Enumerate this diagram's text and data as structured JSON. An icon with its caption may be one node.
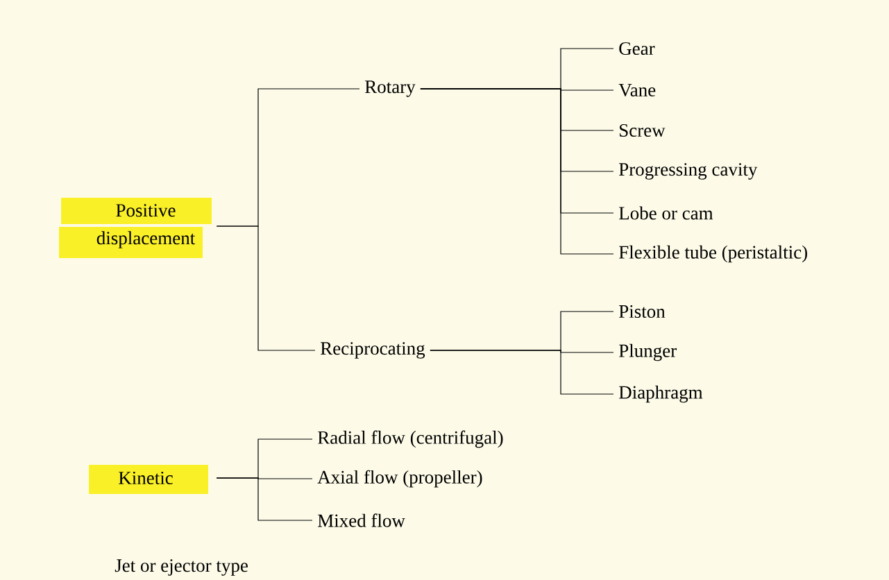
{
  "diagram": {
    "nodes": [
      {
        "text": [
          "Positive displacement"
        ]
      },
      {
        "text": [
          "Rotary"
        ]
      },
      {
        "text": [
          "Gear"
        ]
      },
      {
        "text": [
          "Vane"
        ]
      },
      {
        "text": [
          "Screw"
        ]
      },
      {
        "text": [
          "Progressing cavity"
        ]
      },
      {
        "text": [
          "Lobe or cam"
        ]
      },
      {
        "text": [
          "Flexible tube (peristaltic)"
        ]
      },
      {
        "text": [
          "Reciprocating"
        ]
      },
      {
        "text": [
          "Piston"
        ]
      },
      {
        "text": [
          "Plunger"
        ]
      },
      {
        "text": [
          "Diaphragm"
        ]
      },
      {
        "text": [
          "Kinetic"
        ]
      },
      {
        "text": [
          "Radial flow (centrifugal)"
        ]
      },
      {
        "text": [
          "Axial flow (propeller)"
        ]
      },
      {
        "text": [
          "Mixed flow"
        ]
      }
    ],
    "edges": [
      {
        "from": 0,
        "to": 1,
        "arrow": "none"
      },
      {
        "from": 0,
        "to": 8,
        "arrow": "none"
      },
      {
        "from": 1,
        "to": 2,
        "arrow": "none"
      },
      {
        "from": 1,
        "to": 3,
        "arrow": "none"
      },
      {
        "from": 1,
        "to": 4,
        "arrow": "none"
      },
      {
        "from": 1,
        "to": 5,
        "arrow": "none"
      },
      {
        "from": 1,
        "to": 6,
        "arrow": "none"
      },
      {
        "from": 1,
        "to": 7,
        "arrow": "none"
      },
      {
        "from": 8,
        "to": 9,
        "arrow": "none"
      },
      {
        "from": 8,
        "to": 10,
        "arrow": "none"
      },
      {
        "from": 8,
        "to": 11,
        "arrow": "none"
      },
      {
        "from": 12,
        "to": 13,
        "arrow": "none"
      },
      {
        "from": 12,
        "to": 14,
        "arrow": "none"
      },
      {
        "from": 12,
        "to": 15,
        "arrow": "none"
      }
    ],
    "labels": [
      "Jet or ejector type"
    ]
  }
}
